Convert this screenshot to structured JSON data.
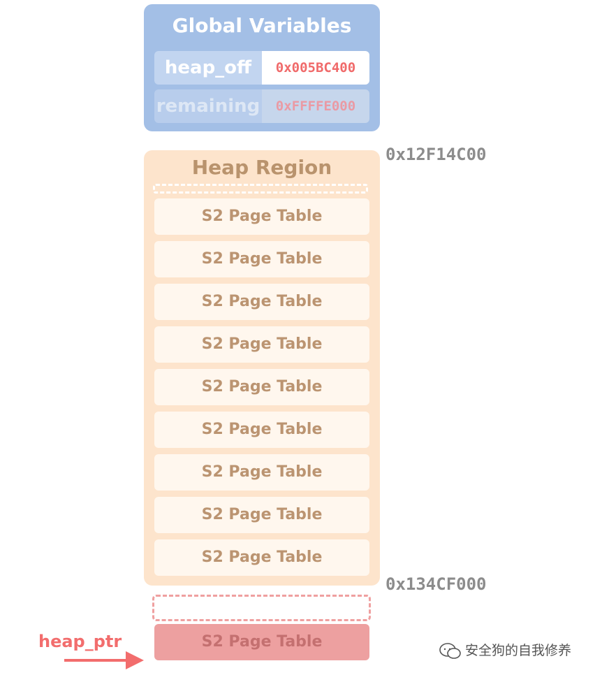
{
  "global_variables": {
    "title": "Global Variables",
    "rows": [
      {
        "name": "heap_off",
        "value": "0x005BC400"
      },
      {
        "name": "remaining",
        "value": "0xFFFFE000"
      }
    ]
  },
  "heap_region": {
    "title": "Heap Region",
    "start_address": "0x12F14C00",
    "end_address": "0x134CF000",
    "page_tables": [
      "S2 Page Table",
      "S2 Page Table",
      "S2 Page Table",
      "S2 Page Table",
      "S2 Page Table",
      "S2 Page Table",
      "S2 Page Table",
      "S2 Page Table",
      "S2 Page Table"
    ]
  },
  "outside": {
    "page_table_label": "S2 Page Table",
    "pointer_label": "heap_ptr"
  },
  "watermark": {
    "text": "安全狗的自我修养",
    "icon": "wechat-icon"
  },
  "colors": {
    "global_bg": "#a3bfe6",
    "heap_bg": "#fde4cc",
    "value_red": "#f06a6a",
    "pointer_red": "#f26d6d",
    "address_gray": "#8c8c8c"
  }
}
